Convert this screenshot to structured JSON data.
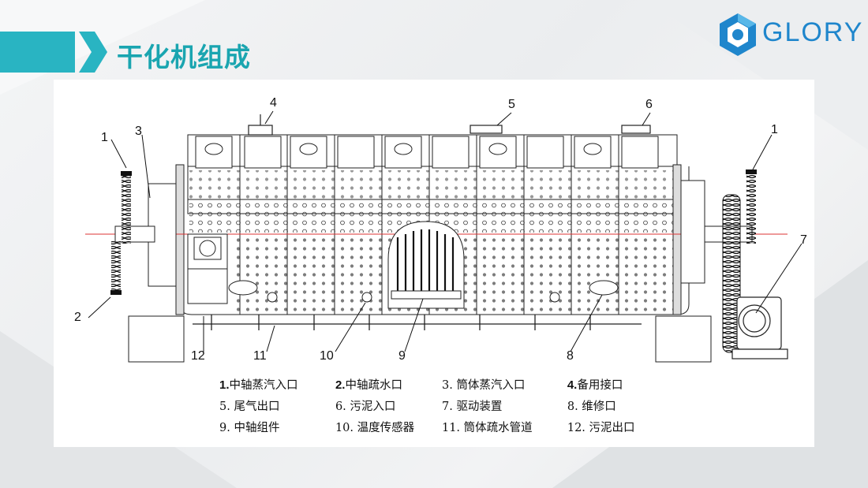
{
  "slide": {
    "title": "干化机组成",
    "logo_text": "GLORY",
    "accent_color": "#1aa5b0",
    "logo_color": "#1f86cc"
  },
  "callouts": [
    "1",
    "3",
    "4",
    "5",
    "6",
    "1",
    "2",
    "12",
    "11",
    "10",
    "9",
    "8",
    "7"
  ],
  "legend": [
    [
      {
        "num": "1.",
        "label": "中轴蒸汽入口"
      },
      {
        "num": "2.",
        "label": "中轴疏水口"
      },
      {
        "num": "3.",
        "label": "筒体蒸汽入口"
      },
      {
        "num": "4.",
        "label": "备用接口"
      }
    ],
    [
      {
        "num": "5.",
        "label": "尾气出口"
      },
      {
        "num": "6.",
        "label": "污泥入口"
      },
      {
        "num": "7.",
        "label": "驱动装置"
      },
      {
        "num": "8.",
        "label": "维修口"
      }
    ],
    [
      {
        "num": "9.",
        "label": "中轴组件"
      },
      {
        "num": "10.",
        "label": "温度传感器"
      },
      {
        "num": "11.",
        "label": "筒体疏水管道"
      },
      {
        "num": "12.",
        "label": "污泥出口"
      }
    ]
  ]
}
